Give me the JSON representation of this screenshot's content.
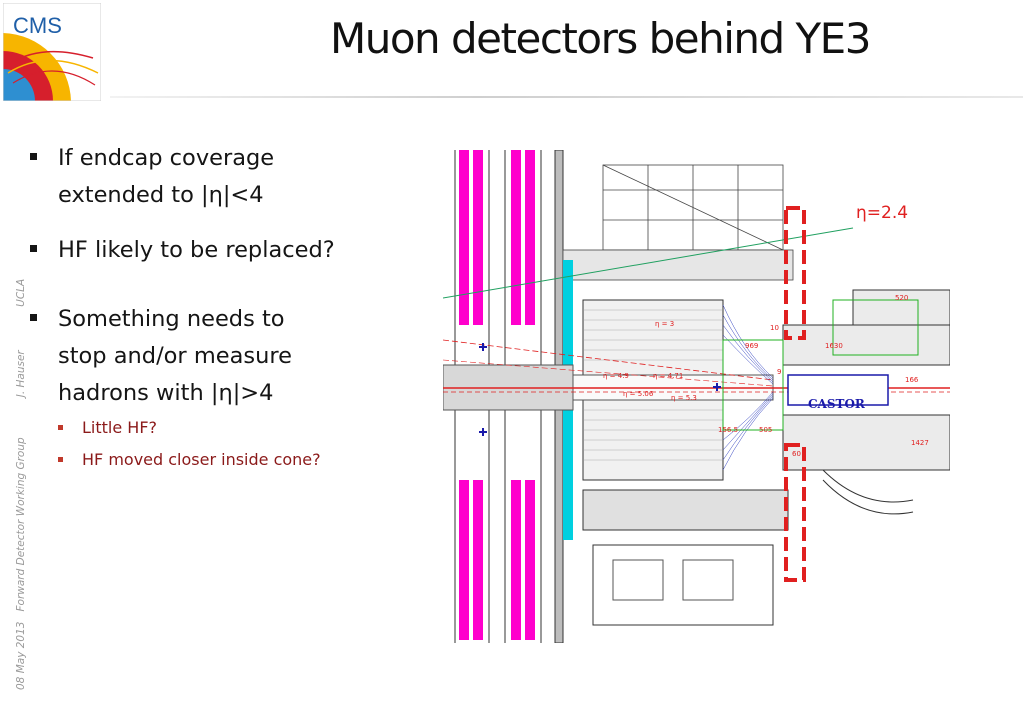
{
  "logo": {
    "text": "CMS"
  },
  "slide": {
    "title": "Muon detectors behind YE3"
  },
  "sidebar": {
    "date": "08 May 2013",
    "group": "Forward Detector Working Group",
    "author": "J. Hauser",
    "affiliation": "UCLA"
  },
  "bullets": [
    {
      "line1": "If endcap coverage",
      "line2": "extended to |η|<4"
    },
    {
      "line1": "HF likely to be replaced?"
    },
    {
      "line1": "Something needs to",
      "line2": "stop and/or measure",
      "line3": "hadrons with |η|>4"
    }
  ],
  "subbullets": [
    "Little HF?",
    "HF moved closer inside cone?"
  ],
  "diagram": {
    "eta_label": "η=2.4",
    "castor": "CASTOR",
    "eta3": "η = 3",
    "eta49": "η = 4.9",
    "eta471": "η = 4.71",
    "eta506": "η = 5.06",
    "eta53": "η = 5.3",
    "dim_520": "520",
    "dim_10": "10",
    "dim_969": "969",
    "dim_1630": "1630",
    "dim_9": "9",
    "dim_156": "156.5",
    "dim_505": "505",
    "dim_60": "60",
    "dim_1427": "1427",
    "dim_166": "166"
  },
  "colors": {
    "magenta": "#ff00cc",
    "eta_red": "#e02020",
    "accent_blue": "#1a1aaa"
  }
}
